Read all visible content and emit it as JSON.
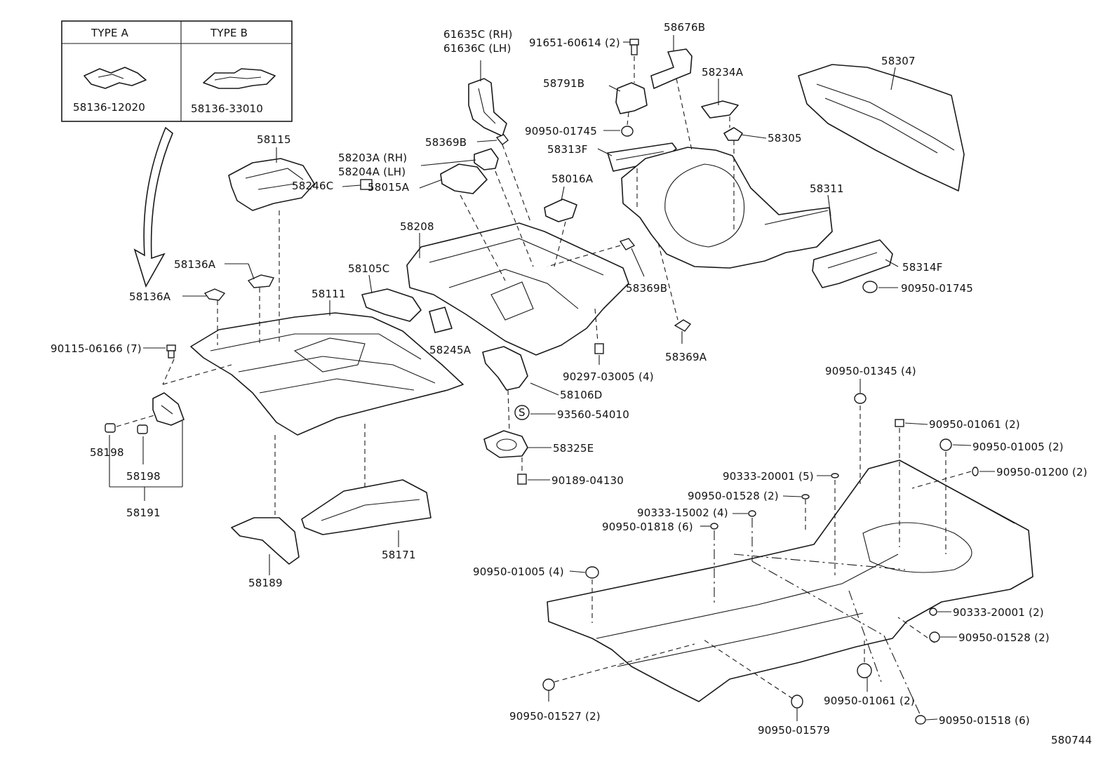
{
  "inset": {
    "type_a_header": "TYPE A",
    "type_b_header": "TYPE B",
    "type_a_part": "58136-12020",
    "type_b_part": "58136-33010"
  },
  "labels": {
    "p61635c": "61635C (RH)",
    "p61636c": "61636C (LH)",
    "p91651": "91651-60614 (2)",
    "p58676b": "58676B",
    "p58791b": "58791B",
    "p58234a": "58234A",
    "p58307": "58307",
    "p90950_01745a": "90950-01745",
    "p58305": "58305",
    "p58313f": "58313F",
    "p58369b_top": "58369B",
    "p58203a": "58203A (RH)",
    "p58204a": "58204A (LH)",
    "p58015a": "58015A",
    "p58016a": "58016A",
    "p58115": "58115",
    "p58311": "58311",
    "p58208": "58208",
    "p58246c": "58246C",
    "p58136a_1": "58136A",
    "p58105c": "58105C",
    "p58369b_mid": "58369B",
    "p58314f": "58314F",
    "p90950_01745b": "90950-01745",
    "p58136a_2": "58136A",
    "p58111": "58111",
    "p90115": "90115-06166 (7)",
    "p58245a": "58245A",
    "p58369a": "58369A",
    "p90297": "90297-03005 (4)",
    "p90950_01345": "90950-01345 (4)",
    "p58106d": "58106D",
    "p93560": "93560-54010",
    "p90950_01061a": "90950-01061 (2)",
    "p58325e": "58325E",
    "p90950_01005a": "90950-01005 (2)",
    "p58198_1": "58198",
    "p90333_20001a": "90333-20001 (5)",
    "p90950_01200": "90950-01200 (2)",
    "p58198_2": "58198",
    "p90189": "90189-04130",
    "p90950_01528a": "90950-01528 (2)",
    "p90333_15002": "90333-15002 (4)",
    "p58191": "58191",
    "p90950_01818": "90950-01818 (6)",
    "p58171": "58171",
    "p90950_01005b": "90950-01005 (4)",
    "p58189": "58189",
    "p90333_20001b": "90333-20001 (2)",
    "p90950_01528b": "90950-01528 (2)",
    "p90950_01061b": "90950-01061 (2)",
    "p90950_01527": "90950-01527 (2)",
    "p90950_01579": "90950-01579",
    "p90950_01518": "90950-01518 (6)",
    "p93560_symbol": "S",
    "figure_number": "580744"
  }
}
